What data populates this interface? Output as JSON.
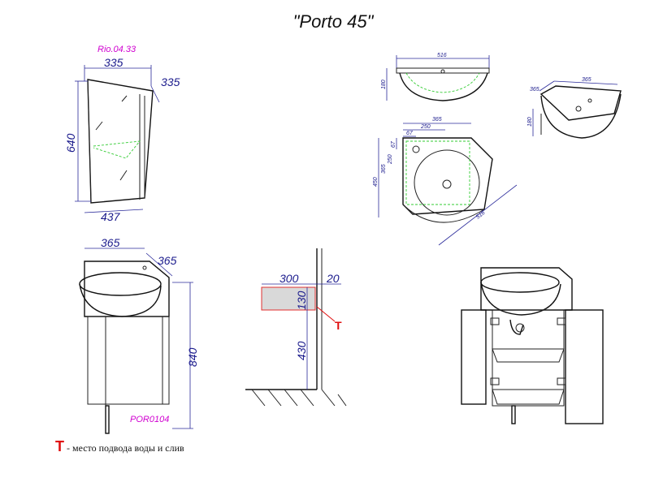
{
  "title": "\"Porto 45\"",
  "mirror": {
    "code": "Rio.04.33",
    "width": "335",
    "depth": "335",
    "height": "640",
    "diag": "437"
  },
  "basin_top": {
    "width": "516",
    "height": "180"
  },
  "basin_iso": {
    "a": "365",
    "b": "365",
    "height": "180"
  },
  "basin_plan": {
    "size": "365",
    "inner": "250",
    "hole_x": "67",
    "hole_y": "67",
    "side_inner": "250",
    "side_size": "365",
    "side_total": "450",
    "diag": "516"
  },
  "cabinet": {
    "code": "POR0104",
    "width": "365",
    "depth": "365",
    "height": "840"
  },
  "install": {
    "width": "300",
    "gap": "20",
    "height": "130",
    "floor": "430",
    "marker": "T"
  },
  "legend": {
    "marker": "T",
    "text": "- место подвода воды и слив"
  },
  "colors": {
    "dimension": "#1a1a8c",
    "code": "#d000d0",
    "marker": "#e01010",
    "hidden": "#33cc33"
  }
}
